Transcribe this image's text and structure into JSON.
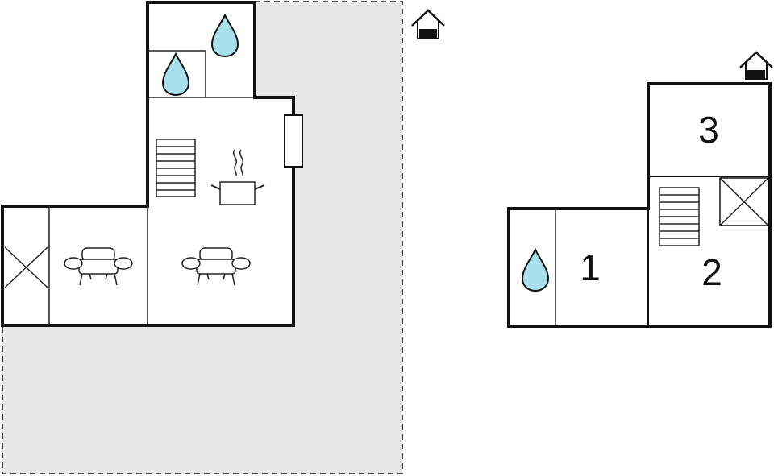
{
  "floor_plan": {
    "terrace_fill": "#e6e6e6",
    "water_color": "#a8e0ec",
    "wall_color": "#111111",
    "icons": [
      "house-entrance-icon",
      "water-drop-icon",
      "staircase-icon",
      "cooking-pot-icon",
      "sofa-icon",
      "window-icon",
      "void-cross-icon"
    ],
    "rooms": [
      {
        "label": "1"
      },
      {
        "label": "2"
      },
      {
        "label": "3"
      }
    ]
  }
}
